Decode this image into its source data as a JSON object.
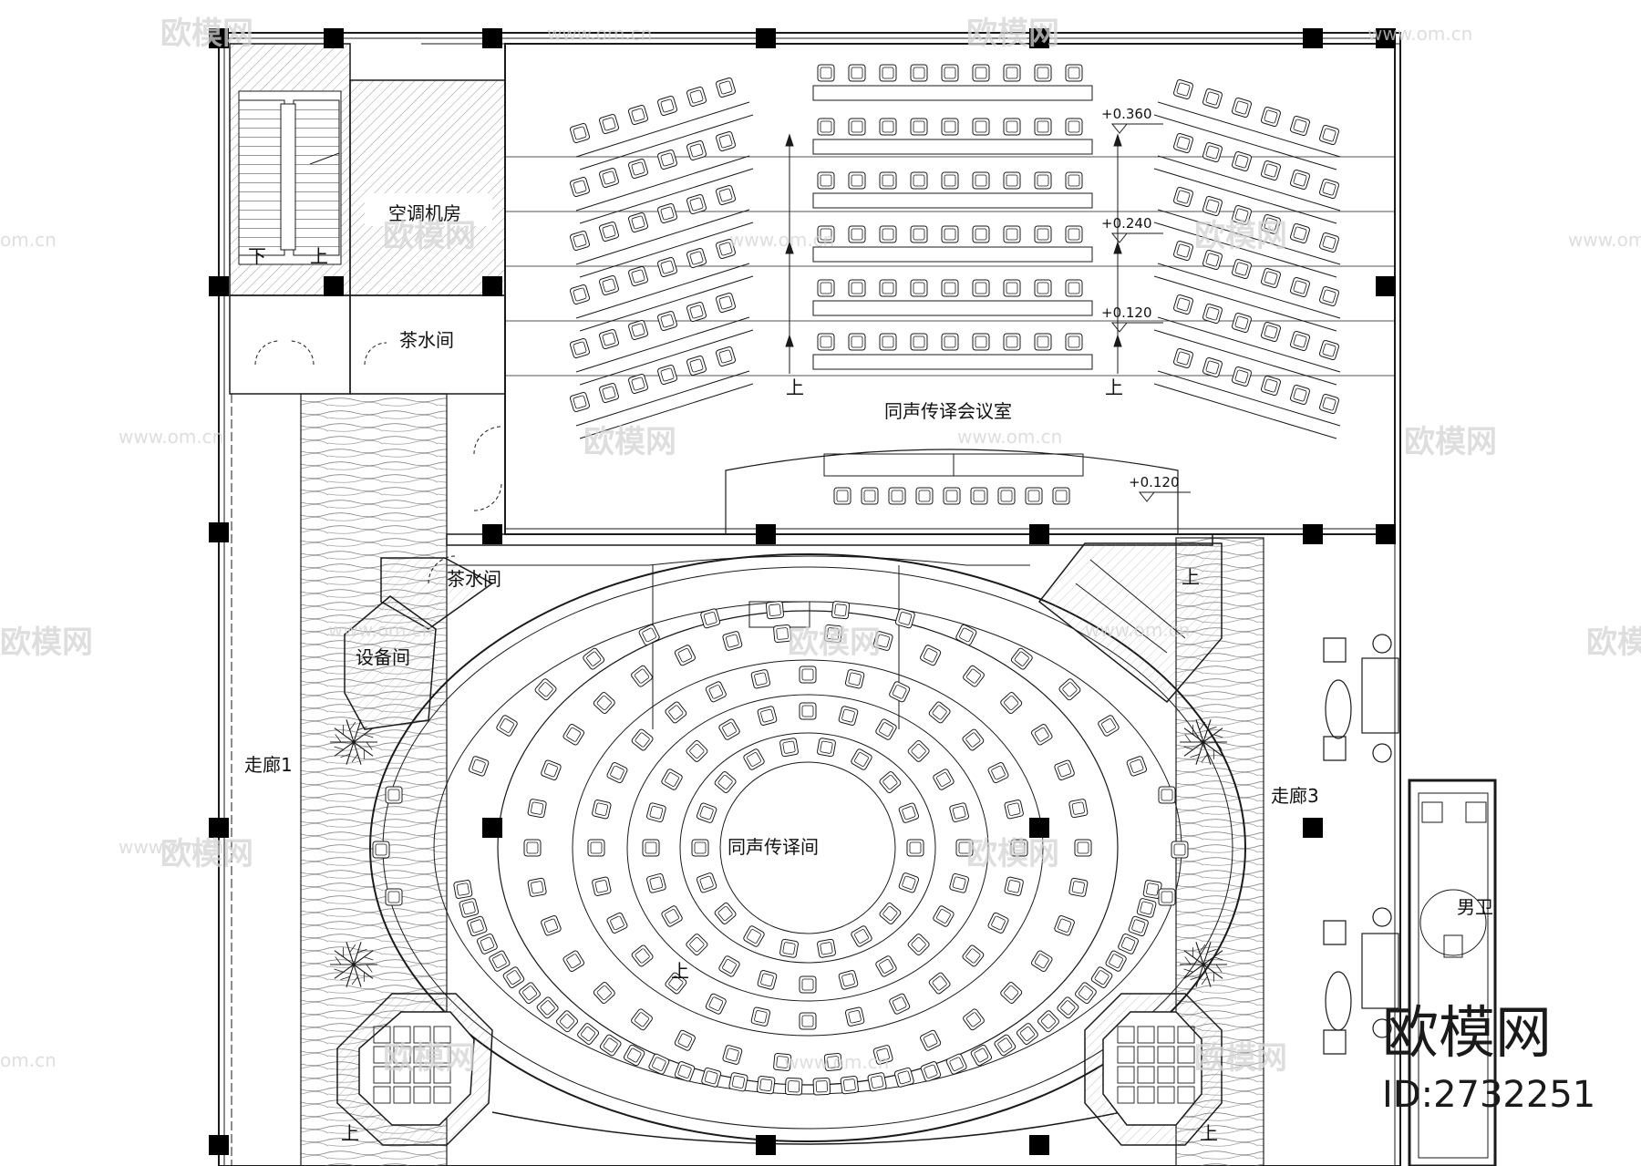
{
  "rooms": {
    "ac_room": "空调机房",
    "tea_room_top": "茶水间",
    "tea_room_mid": "茶水间",
    "equipment_room": "设备间",
    "conference_room": "同声传译会议室",
    "interpretation_room": "同声传译间",
    "corridor_1": "走廊1",
    "corridor_3": "走廊3",
    "mens_toilet": "男卫"
  },
  "stairs": {
    "down": "下",
    "up": "上"
  },
  "up_labels": [
    "上",
    "上",
    "上",
    "上",
    "上",
    "上"
  ],
  "elevations": [
    "+0.360",
    "+0.240",
    "+0.120",
    "+0.120"
  ],
  "watermark": {
    "logo_text": "欧模网",
    "url_text": "www.om.cn",
    "url_short": "om.cn"
  },
  "brand": {
    "name": "欧模网",
    "id": "ID:2732251"
  },
  "colors": {
    "line": "#1a1a1a",
    "hatch": "#9a9a9a",
    "watermark": "#d4d4d4",
    "column": "#000000"
  }
}
